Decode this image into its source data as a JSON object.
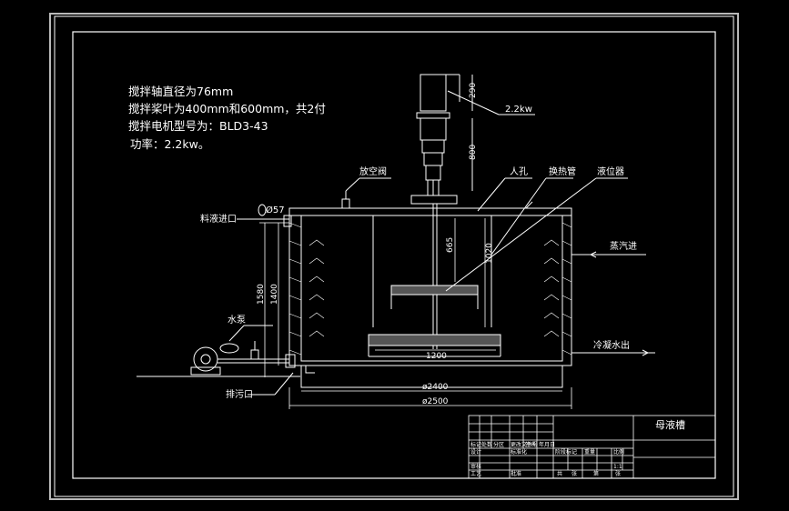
{
  "notes": [
    "搅拌轴直径为76mm",
    "搅拌桨叶为400mm和600mm，共2付",
    "搅拌电机型号为：BLD3-43",
    "功率：2.2kw。"
  ],
  "labels": {
    "motor_power": "2.2kw",
    "vent_valve": "放空阀",
    "manhole": "人孔",
    "heat_pipe": "换热管",
    "level_gauge": "液位器",
    "feed_inlet": "料液进口",
    "feed_diameter": "Ø57",
    "steam_in": "蒸汽进",
    "condensate_out": "冷凝水出",
    "pump": "水泵",
    "drain": "排污口"
  },
  "dimensions": {
    "motor_h": "290",
    "reducer_h": "800",
    "shaft_upper": "665",
    "shaft_lower": "1020",
    "height_outer": "1580",
    "height_inner": "1400",
    "impeller_span": "1200",
    "dia_inner": "ø2400",
    "dia_outer": "ø2500"
  },
  "title_block": {
    "drawing_name": "母液槽",
    "cells": [
      "标记",
      "处数",
      "分区",
      "更改文件号",
      "签名",
      "年月日",
      "设计",
      "标准化",
      "阶段标记",
      "重量",
      "比例",
      "审核",
      "工艺",
      "批准",
      "共",
      "张",
      "第",
      "张",
      "1:1"
    ]
  }
}
